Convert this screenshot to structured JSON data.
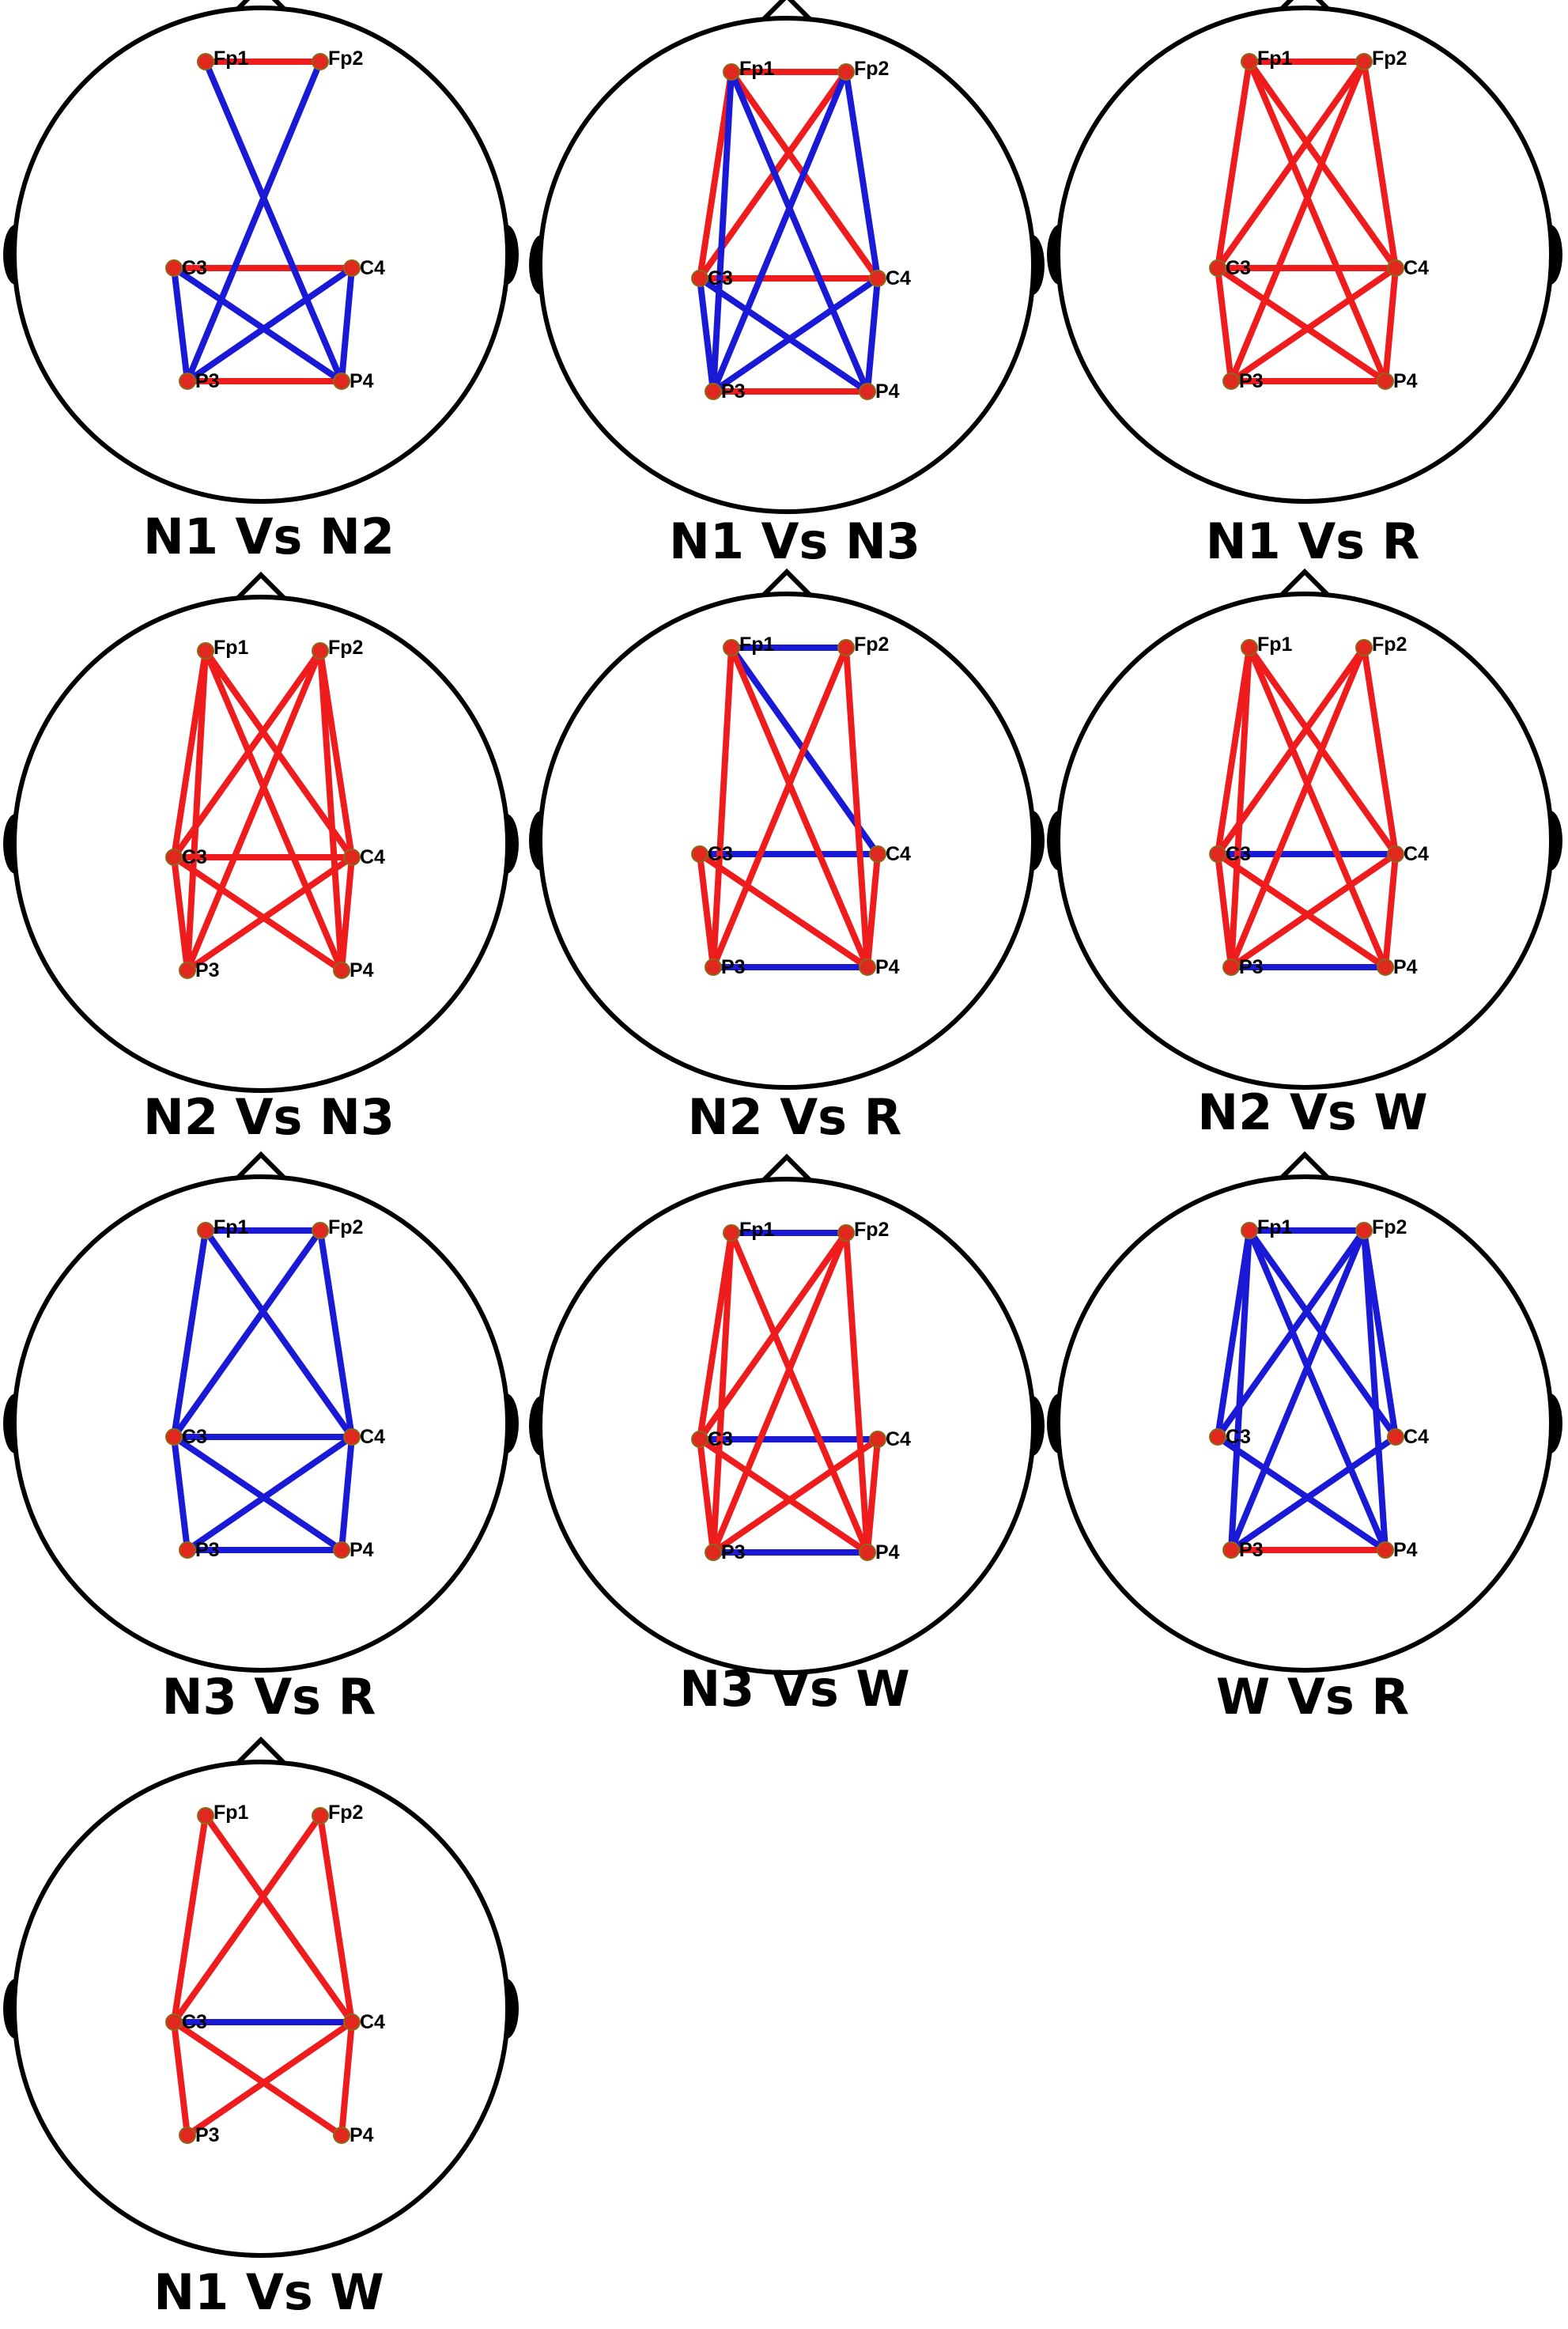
{
  "figure": {
    "colors": {
      "head_outline": "#000000",
      "electrode": "#e0281e",
      "electrode_rim": "#8a6a1a",
      "increase_edge": "#ee1c1c",
      "decrease_edge": "#1a1ad6"
    },
    "electrodes": [
      "Fp1",
      "Fp2",
      "C3",
      "C4",
      "P3",
      "P4"
    ],
    "panels": [
      {
        "title": "N1 Vs N2",
        "edges": [
          {
            "a": "Fp1",
            "b": "Fp2",
            "color": "red"
          },
          {
            "a": "C3",
            "b": "C4",
            "color": "red"
          },
          {
            "a": "P3",
            "b": "P4",
            "color": "red"
          },
          {
            "a": "Fp1",
            "b": "P4",
            "color": "blue"
          },
          {
            "a": "Fp2",
            "b": "P3",
            "color": "blue"
          },
          {
            "a": "C3",
            "b": "P3",
            "color": "blue"
          },
          {
            "a": "C4",
            "b": "P4",
            "color": "blue"
          },
          {
            "a": "C3",
            "b": "P4",
            "color": "blue"
          },
          {
            "a": "C4",
            "b": "P3",
            "color": "blue"
          }
        ]
      },
      {
        "title": "N1 Vs N3",
        "edges": [
          {
            "a": "Fp1",
            "b": "Fp2",
            "color": "red"
          },
          {
            "a": "Fp1",
            "b": "C3",
            "color": "red"
          },
          {
            "a": "Fp2",
            "b": "C3",
            "color": "red"
          },
          {
            "a": "Fp1",
            "b": "C4",
            "color": "red"
          },
          {
            "a": "C3",
            "b": "C4",
            "color": "red"
          },
          {
            "a": "P3",
            "b": "P4",
            "color": "red"
          },
          {
            "a": "Fp1",
            "b": "P3",
            "color": "blue"
          },
          {
            "a": "Fp1",
            "b": "P4",
            "color": "blue"
          },
          {
            "a": "Fp2",
            "b": "P3",
            "color": "blue"
          },
          {
            "a": "Fp2",
            "b": "C4",
            "color": "blue"
          },
          {
            "a": "C3",
            "b": "P3",
            "color": "blue"
          },
          {
            "a": "C4",
            "b": "P4",
            "color": "blue"
          },
          {
            "a": "C3",
            "b": "P4",
            "color": "blue"
          },
          {
            "a": "C4",
            "b": "P3",
            "color": "blue"
          }
        ]
      },
      {
        "title": "N1 Vs R",
        "edges": [
          {
            "a": "Fp1",
            "b": "Fp2",
            "color": "red"
          },
          {
            "a": "Fp1",
            "b": "C3",
            "color": "red"
          },
          {
            "a": "Fp1",
            "b": "C4",
            "color": "red"
          },
          {
            "a": "Fp1",
            "b": "P4",
            "color": "red"
          },
          {
            "a": "Fp2",
            "b": "C3",
            "color": "red"
          },
          {
            "a": "Fp2",
            "b": "C4",
            "color": "red"
          },
          {
            "a": "Fp2",
            "b": "P3",
            "color": "red"
          },
          {
            "a": "C3",
            "b": "C4",
            "color": "red"
          },
          {
            "a": "C3",
            "b": "P3",
            "color": "red"
          },
          {
            "a": "C3",
            "b": "P4",
            "color": "red"
          },
          {
            "a": "C4",
            "b": "P3",
            "color": "red"
          },
          {
            "a": "C4",
            "b": "P4",
            "color": "red"
          },
          {
            "a": "P3",
            "b": "P4",
            "color": "red"
          }
        ]
      },
      {
        "title": "N2 Vs N3",
        "edges": [
          {
            "a": "Fp1",
            "b": "C3",
            "color": "red"
          },
          {
            "a": "Fp1",
            "b": "C4",
            "color": "red"
          },
          {
            "a": "Fp1",
            "b": "P3",
            "color": "red"
          },
          {
            "a": "Fp1",
            "b": "P4",
            "color": "red"
          },
          {
            "a": "Fp2",
            "b": "C3",
            "color": "red"
          },
          {
            "a": "Fp2",
            "b": "C4",
            "color": "red"
          },
          {
            "a": "Fp2",
            "b": "P3",
            "color": "red"
          },
          {
            "a": "Fp2",
            "b": "P4",
            "color": "red"
          },
          {
            "a": "C3",
            "b": "C4",
            "color": "red"
          },
          {
            "a": "C3",
            "b": "P3",
            "color": "red"
          },
          {
            "a": "C3",
            "b": "P4",
            "color": "red"
          },
          {
            "a": "C4",
            "b": "P3",
            "color": "red"
          },
          {
            "a": "C4",
            "b": "P4",
            "color": "red"
          }
        ]
      },
      {
        "title": "N2 Vs R",
        "edges": [
          {
            "a": "Fp1",
            "b": "Fp2",
            "color": "blue"
          },
          {
            "a": "Fp1",
            "b": "C4",
            "color": "blue"
          },
          {
            "a": "C3",
            "b": "C4",
            "color": "blue"
          },
          {
            "a": "P3",
            "b": "P4",
            "color": "blue"
          },
          {
            "a": "Fp1",
            "b": "P3",
            "color": "red"
          },
          {
            "a": "Fp1",
            "b": "P4",
            "color": "red"
          },
          {
            "a": "Fp2",
            "b": "P3",
            "color": "red"
          },
          {
            "a": "Fp2",
            "b": "P4",
            "color": "red"
          },
          {
            "a": "C3",
            "b": "P3",
            "color": "red"
          },
          {
            "a": "C3",
            "b": "P4",
            "color": "red"
          },
          {
            "a": "C4",
            "b": "P4",
            "color": "red"
          }
        ]
      },
      {
        "title": "N2 Vs W",
        "edges": [
          {
            "a": "C3",
            "b": "C4",
            "color": "blue"
          },
          {
            "a": "P3",
            "b": "P4",
            "color": "blue"
          },
          {
            "a": "Fp1",
            "b": "C3",
            "color": "red"
          },
          {
            "a": "Fp1",
            "b": "C4",
            "color": "red"
          },
          {
            "a": "Fp1",
            "b": "P3",
            "color": "red"
          },
          {
            "a": "Fp1",
            "b": "P4",
            "color": "red"
          },
          {
            "a": "Fp2",
            "b": "C3",
            "color": "red"
          },
          {
            "a": "Fp2",
            "b": "C4",
            "color": "red"
          },
          {
            "a": "Fp2",
            "b": "P3",
            "color": "red"
          },
          {
            "a": "C3",
            "b": "P3",
            "color": "red"
          },
          {
            "a": "C3",
            "b": "P4",
            "color": "red"
          },
          {
            "a": "C4",
            "b": "P3",
            "color": "red"
          },
          {
            "a": "C4",
            "b": "P4",
            "color": "red"
          }
        ]
      },
      {
        "title": "N3 Vs R",
        "edges": [
          {
            "a": "Fp1",
            "b": "Fp2",
            "color": "blue"
          },
          {
            "a": "Fp1",
            "b": "C3",
            "color": "blue"
          },
          {
            "a": "Fp1",
            "b": "C4",
            "color": "blue"
          },
          {
            "a": "Fp2",
            "b": "C3",
            "color": "blue"
          },
          {
            "a": "Fp2",
            "b": "C4",
            "color": "blue"
          },
          {
            "a": "C3",
            "b": "C4",
            "color": "blue"
          },
          {
            "a": "C3",
            "b": "P3",
            "color": "blue"
          },
          {
            "a": "C3",
            "b": "P4",
            "color": "blue"
          },
          {
            "a": "C4",
            "b": "P3",
            "color": "blue"
          },
          {
            "a": "C4",
            "b": "P4",
            "color": "blue"
          },
          {
            "a": "P3",
            "b": "P4",
            "color": "blue"
          }
        ]
      },
      {
        "title": "N3 Vs W",
        "edges": [
          {
            "a": "Fp1",
            "b": "Fp2",
            "color": "blue"
          },
          {
            "a": "C3",
            "b": "C4",
            "color": "blue"
          },
          {
            "a": "P3",
            "b": "P4",
            "color": "blue"
          },
          {
            "a": "Fp1",
            "b": "C3",
            "color": "red"
          },
          {
            "a": "Fp1",
            "b": "P3",
            "color": "red"
          },
          {
            "a": "Fp1",
            "b": "P4",
            "color": "red"
          },
          {
            "a": "Fp2",
            "b": "C3",
            "color": "red"
          },
          {
            "a": "Fp2",
            "b": "P3",
            "color": "red"
          },
          {
            "a": "Fp2",
            "b": "P4",
            "color": "red"
          },
          {
            "a": "C3",
            "b": "P3",
            "color": "red"
          },
          {
            "a": "C3",
            "b": "P4",
            "color": "red"
          },
          {
            "a": "C4",
            "b": "P3",
            "color": "red"
          },
          {
            "a": "C4",
            "b": "P4",
            "color": "red"
          }
        ]
      },
      {
        "title": "W Vs R",
        "edges": [
          {
            "a": "Fp1",
            "b": "Fp2",
            "color": "blue"
          },
          {
            "a": "Fp1",
            "b": "C3",
            "color": "blue"
          },
          {
            "a": "Fp1",
            "b": "C4",
            "color": "blue"
          },
          {
            "a": "Fp1",
            "b": "P3",
            "color": "blue"
          },
          {
            "a": "Fp1",
            "b": "P4",
            "color": "blue"
          },
          {
            "a": "Fp2",
            "b": "C3",
            "color": "blue"
          },
          {
            "a": "Fp2",
            "b": "C4",
            "color": "blue"
          },
          {
            "a": "Fp2",
            "b": "P3",
            "color": "blue"
          },
          {
            "a": "Fp2",
            "b": "P4",
            "color": "blue"
          },
          {
            "a": "C3",
            "b": "P4",
            "color": "blue"
          },
          {
            "a": "C4",
            "b": "P3",
            "color": "blue"
          },
          {
            "a": "P3",
            "b": "P4",
            "color": "red"
          }
        ]
      },
      {
        "title": "N1 Vs W",
        "edges": [
          {
            "a": "C3",
            "b": "C4",
            "color": "blue"
          },
          {
            "a": "Fp1",
            "b": "C3",
            "color": "red"
          },
          {
            "a": "Fp1",
            "b": "C4",
            "color": "red"
          },
          {
            "a": "Fp2",
            "b": "C3",
            "color": "red"
          },
          {
            "a": "Fp2",
            "b": "C4",
            "color": "red"
          },
          {
            "a": "C3",
            "b": "P3",
            "color": "red"
          },
          {
            "a": "C3",
            "b": "P4",
            "color": "red"
          },
          {
            "a": "C4",
            "b": "P3",
            "color": "red"
          },
          {
            "a": "C4",
            "b": "P4",
            "color": "red"
          }
        ]
      }
    ]
  }
}
